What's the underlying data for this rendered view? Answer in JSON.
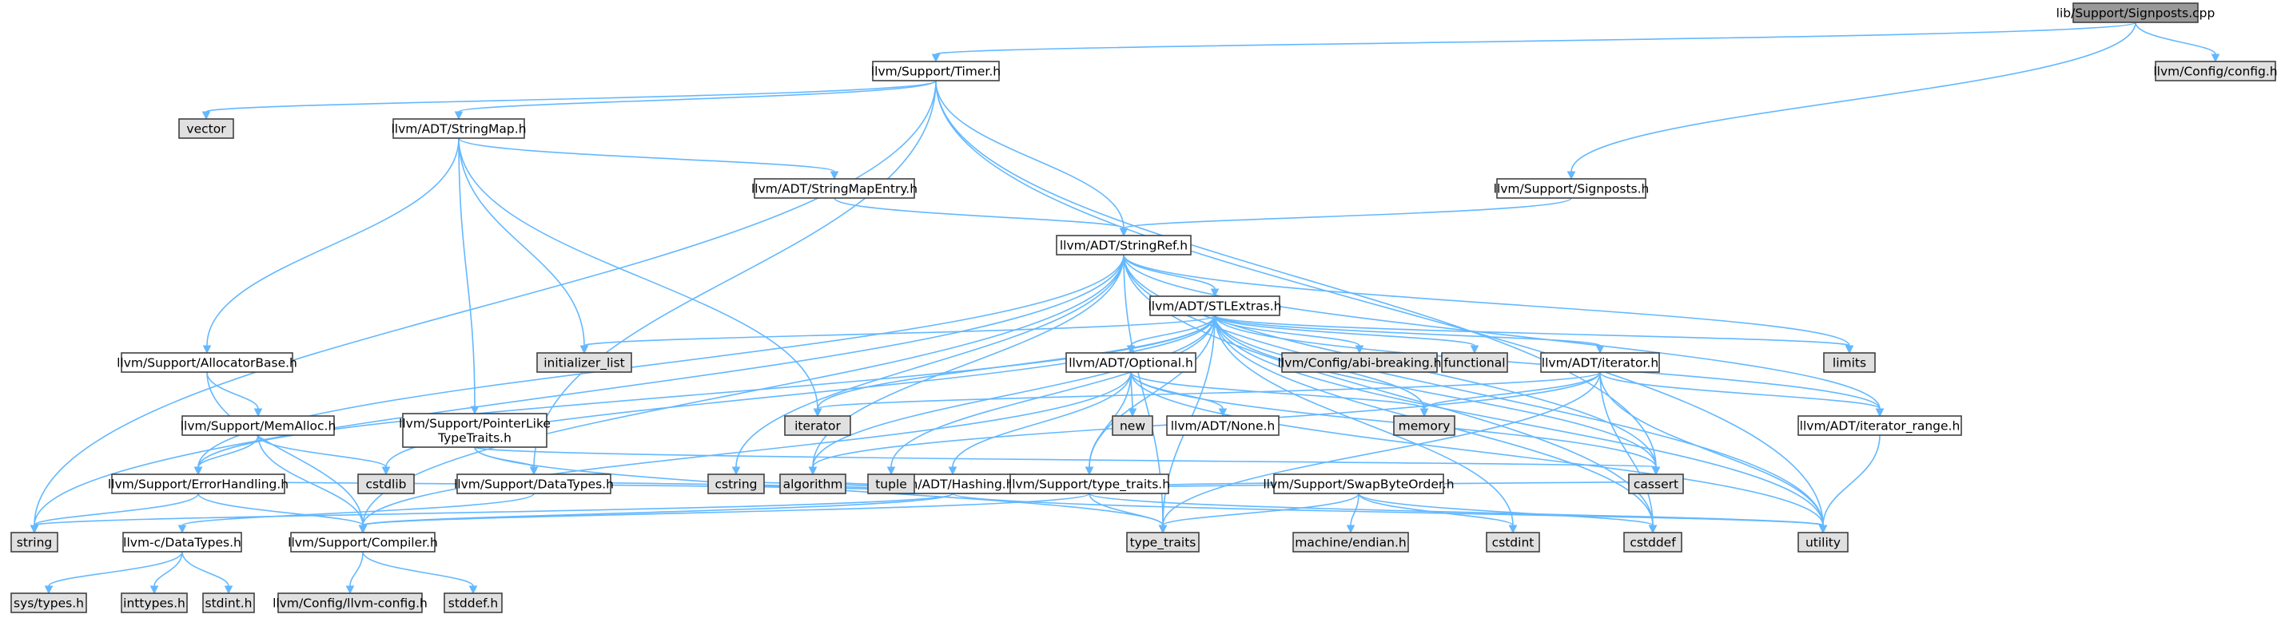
{
  "graph": {
    "nodes": [
      {
        "id": "signposts_cpp",
        "label": [
          "lib/Support/Signposts.cpp"
        ],
        "style": "root"
      },
      {
        "id": "timer_h",
        "label": [
          "llvm/Support/Timer.h"
        ],
        "style": "header"
      },
      {
        "id": "config_h",
        "label": [
          "llvm/Config/config.h"
        ],
        "style": "external"
      },
      {
        "id": "vector",
        "label": [
          "vector"
        ],
        "style": "external"
      },
      {
        "id": "stringmap_h",
        "label": [
          "llvm/ADT/StringMap.h"
        ],
        "style": "header"
      },
      {
        "id": "stringmapentry_h",
        "label": [
          "llvm/ADT/StringMapEntry.h"
        ],
        "style": "header"
      },
      {
        "id": "signposts_h",
        "label": [
          "llvm/Support/Signposts.h"
        ],
        "style": "header"
      },
      {
        "id": "stringref_h",
        "label": [
          "llvm/ADT/StringRef.h"
        ],
        "style": "header"
      },
      {
        "id": "stlextras_h",
        "label": [
          "llvm/ADT/STLExtras.h"
        ],
        "style": "header"
      },
      {
        "id": "allocatorbase_h",
        "label": [
          "llvm/Support/AllocatorBase.h"
        ],
        "style": "header"
      },
      {
        "id": "initializer_list",
        "label": [
          "initializer_list"
        ],
        "style": "external"
      },
      {
        "id": "abi_breaking_h",
        "label": [
          "llvm/Config/abi-breaking.h"
        ],
        "style": "external"
      },
      {
        "id": "functional",
        "label": [
          "functional"
        ],
        "style": "external"
      },
      {
        "id": "iterator_h",
        "label": [
          "llvm/ADT/iterator.h"
        ],
        "style": "header"
      },
      {
        "id": "limits",
        "label": [
          "limits"
        ],
        "style": "external"
      },
      {
        "id": "optional_h",
        "label": [
          "llvm/ADT/Optional.h"
        ],
        "style": "header"
      },
      {
        "id": "memalloc_h",
        "label": [
          "llvm/Support/MemAlloc.h"
        ],
        "style": "header"
      },
      {
        "id": "pointerlike_h",
        "label": [
          "llvm/Support/PointerLike",
          "TypeTraits.h"
        ],
        "style": "header"
      },
      {
        "id": "iterator",
        "label": [
          "iterator"
        ],
        "style": "external"
      },
      {
        "id": "new",
        "label": [
          "new"
        ],
        "style": "external"
      },
      {
        "id": "none_h",
        "label": [
          "llvm/ADT/None.h"
        ],
        "style": "header"
      },
      {
        "id": "memory",
        "label": [
          "memory"
        ],
        "style": "external"
      },
      {
        "id": "iterator_range_h",
        "label": [
          "llvm/ADT/iterator_range.h"
        ],
        "style": "header"
      },
      {
        "id": "hashing_h",
        "label": [
          "llvm/ADT/Hashing.h"
        ],
        "style": "header"
      },
      {
        "id": "cstdlib",
        "label": [
          "cstdlib"
        ],
        "style": "external"
      },
      {
        "id": "errorhandling_h",
        "label": [
          "llvm/Support/ErrorHandling.h"
        ],
        "style": "header"
      },
      {
        "id": "datatypes_h",
        "label": [
          "llvm/Support/DataTypes.h"
        ],
        "style": "header"
      },
      {
        "id": "cstring",
        "label": [
          "cstring"
        ],
        "style": "external"
      },
      {
        "id": "algorithm",
        "label": [
          "algorithm"
        ],
        "style": "external"
      },
      {
        "id": "tuple",
        "label": [
          "tuple"
        ],
        "style": "external"
      },
      {
        "id": "type_traits_h",
        "label": [
          "llvm/Support/type_traits.h"
        ],
        "style": "header"
      },
      {
        "id": "cassert",
        "label": [
          "cassert"
        ],
        "style": "external"
      },
      {
        "id": "swapbyteorder_h",
        "label": [
          "llvm/Support/SwapByteOrder.h"
        ],
        "style": "header"
      },
      {
        "id": "string",
        "label": [
          "string"
        ],
        "style": "external"
      },
      {
        "id": "c_datatypes_h",
        "label": [
          "llvm-c/DataTypes.h"
        ],
        "style": "header"
      },
      {
        "id": "compiler_h",
        "label": [
          "llvm/Support/Compiler.h"
        ],
        "style": "header"
      },
      {
        "id": "type_traits",
        "label": [
          "type_traits"
        ],
        "style": "external"
      },
      {
        "id": "utility",
        "label": [
          "utility"
        ],
        "style": "external"
      },
      {
        "id": "machine_endian_h",
        "label": [
          "machine/endian.h"
        ],
        "style": "external"
      },
      {
        "id": "cstdint",
        "label": [
          "cstdint"
        ],
        "style": "external"
      },
      {
        "id": "cstddef",
        "label": [
          "cstddef"
        ],
        "style": "external"
      },
      {
        "id": "sys_types_h",
        "label": [
          "sys/types.h"
        ],
        "style": "external"
      },
      {
        "id": "inttypes_h",
        "label": [
          "inttypes.h"
        ],
        "style": "external"
      },
      {
        "id": "stdint_h",
        "label": [
          "stdint.h"
        ],
        "style": "external"
      },
      {
        "id": "llvm_config_h",
        "label": [
          "llvm/Config/llvm-config.h"
        ],
        "style": "external"
      },
      {
        "id": "stddef_h",
        "label": [
          "stddef.h"
        ],
        "style": "external"
      }
    ],
    "edges": [
      [
        "signposts_cpp",
        "timer_h"
      ],
      [
        "signposts_cpp",
        "signposts_h"
      ],
      [
        "signposts_cpp",
        "config_h"
      ],
      [
        "timer_h",
        "vector"
      ],
      [
        "timer_h",
        "stringmap_h"
      ],
      [
        "timer_h",
        "stringref_h"
      ],
      [
        "timer_h",
        "string"
      ],
      [
        "timer_h",
        "datatypes_h"
      ],
      [
        "timer_h",
        "cassert"
      ],
      [
        "timer_h",
        "utility"
      ],
      [
        "stringmap_h",
        "stringmapentry_h"
      ],
      [
        "stringmap_h",
        "allocatorbase_h"
      ],
      [
        "stringmap_h",
        "pointerlike_h"
      ],
      [
        "stringmap_h",
        "initializer_list"
      ],
      [
        "stringmap_h",
        "iterator"
      ],
      [
        "stringmapentry_h",
        "stringref_h"
      ],
      [
        "signposts_h",
        "stringref_h"
      ],
      [
        "stringref_h",
        "stlextras_h"
      ],
      [
        "stringref_h",
        "compiler_h"
      ],
      [
        "stringref_h",
        "iterator_range_h"
      ],
      [
        "stringref_h",
        "string"
      ],
      [
        "stringref_h",
        "type_traits"
      ],
      [
        "stringref_h",
        "cassert"
      ],
      [
        "stringref_h",
        "cstddef"
      ],
      [
        "stringref_h",
        "utility"
      ],
      [
        "stringref_h",
        "limits"
      ],
      [
        "stringref_h",
        "cstring"
      ],
      [
        "stringref_h",
        "algorithm"
      ],
      [
        "stringref_h",
        "errorhandling_h"
      ],
      [
        "stlextras_h",
        "initializer_list"
      ],
      [
        "stlextras_h",
        "abi_breaking_h"
      ],
      [
        "stlextras_h",
        "functional"
      ],
      [
        "stlextras_h",
        "iterator_h"
      ],
      [
        "stlextras_h",
        "limits"
      ],
      [
        "stlextras_h",
        "optional_h"
      ],
      [
        "stlextras_h",
        "iterator"
      ],
      [
        "stlextras_h",
        "memory"
      ],
      [
        "stlextras_h",
        "iterator_range_h"
      ],
      [
        "stlextras_h",
        "cstdlib"
      ],
      [
        "stlextras_h",
        "errorhandling_h"
      ],
      [
        "stlextras_h",
        "algorithm"
      ],
      [
        "stlextras_h",
        "tuple"
      ],
      [
        "stlextras_h",
        "type_traits_h"
      ],
      [
        "stlextras_h",
        "cassert"
      ],
      [
        "stlextras_h",
        "cstdint"
      ],
      [
        "stlextras_h",
        "cstddef"
      ],
      [
        "stlextras_h",
        "utility"
      ],
      [
        "stlextras_h",
        "type_traits"
      ],
      [
        "allocatorbase_h",
        "memalloc_h"
      ],
      [
        "allocatorbase_h",
        "compiler_h"
      ],
      [
        "memalloc_h",
        "cstdlib"
      ],
      [
        "memalloc_h",
        "errorhandling_h"
      ],
      [
        "memalloc_h",
        "compiler_h"
      ],
      [
        "pointerlike_h",
        "datatypes_h"
      ],
      [
        "pointerlike_h",
        "cassert"
      ],
      [
        "pointerlike_h",
        "type_traits"
      ],
      [
        "optional_h",
        "hashing_h"
      ],
      [
        "optional_h",
        "none_h"
      ],
      [
        "optional_h",
        "new"
      ],
      [
        "optional_h",
        "memory"
      ],
      [
        "optional_h",
        "cassert"
      ],
      [
        "optional_h",
        "utility"
      ],
      [
        "optional_h",
        "compiler_h"
      ],
      [
        "optional_h",
        "type_traits_h"
      ],
      [
        "iterator_h",
        "iterator_range_h"
      ],
      [
        "iterator_h",
        "iterator"
      ],
      [
        "iterator_h",
        "cstddef"
      ],
      [
        "iterator_h",
        "memory"
      ],
      [
        "iterator_h",
        "type_traits"
      ],
      [
        "iterator_h",
        "utility"
      ],
      [
        "iterator_h",
        "algorithm"
      ],
      [
        "iterator_range_h",
        "utility"
      ],
      [
        "hashing_h",
        "errorhandling_h"
      ],
      [
        "hashing_h",
        "swapbyteorder_h"
      ],
      [
        "hashing_h",
        "type_traits_h"
      ],
      [
        "hashing_h",
        "datatypes_h"
      ],
      [
        "hashing_h",
        "algorithm"
      ],
      [
        "hashing_h",
        "cassert"
      ],
      [
        "hashing_h",
        "cstring"
      ],
      [
        "hashing_h",
        "string"
      ],
      [
        "hashing_h",
        "tuple"
      ],
      [
        "hashing_h",
        "utility"
      ],
      [
        "hashing_h",
        "compiler_h"
      ],
      [
        "errorhandling_h",
        "compiler_h"
      ],
      [
        "errorhandling_h",
        "string"
      ],
      [
        "datatypes_h",
        "c_datatypes_h"
      ],
      [
        "type_traits_h",
        "compiler_h"
      ],
      [
        "type_traits_h",
        "type_traits"
      ],
      [
        "type_traits_h",
        "utility"
      ],
      [
        "swapbyteorder_h",
        "machine_endian_h"
      ],
      [
        "swapbyteorder_h",
        "cstdint"
      ],
      [
        "swapbyteorder_h",
        "type_traits"
      ],
      [
        "swapbyteorder_h",
        "cstddef"
      ],
      [
        "c_datatypes_h",
        "inttypes_h"
      ],
      [
        "c_datatypes_h",
        "sys_types_h"
      ],
      [
        "c_datatypes_h",
        "stdint_h"
      ],
      [
        "compiler_h",
        "llvm_config_h"
      ],
      [
        "compiler_h",
        "stddef_h"
      ]
    ]
  },
  "colors": {
    "root_fill": "#999999",
    "header_fill": "#ffffff",
    "external_fill": "#e0e0e0",
    "border": "#404040",
    "edge": "#63b8ff",
    "text": "#000000"
  }
}
